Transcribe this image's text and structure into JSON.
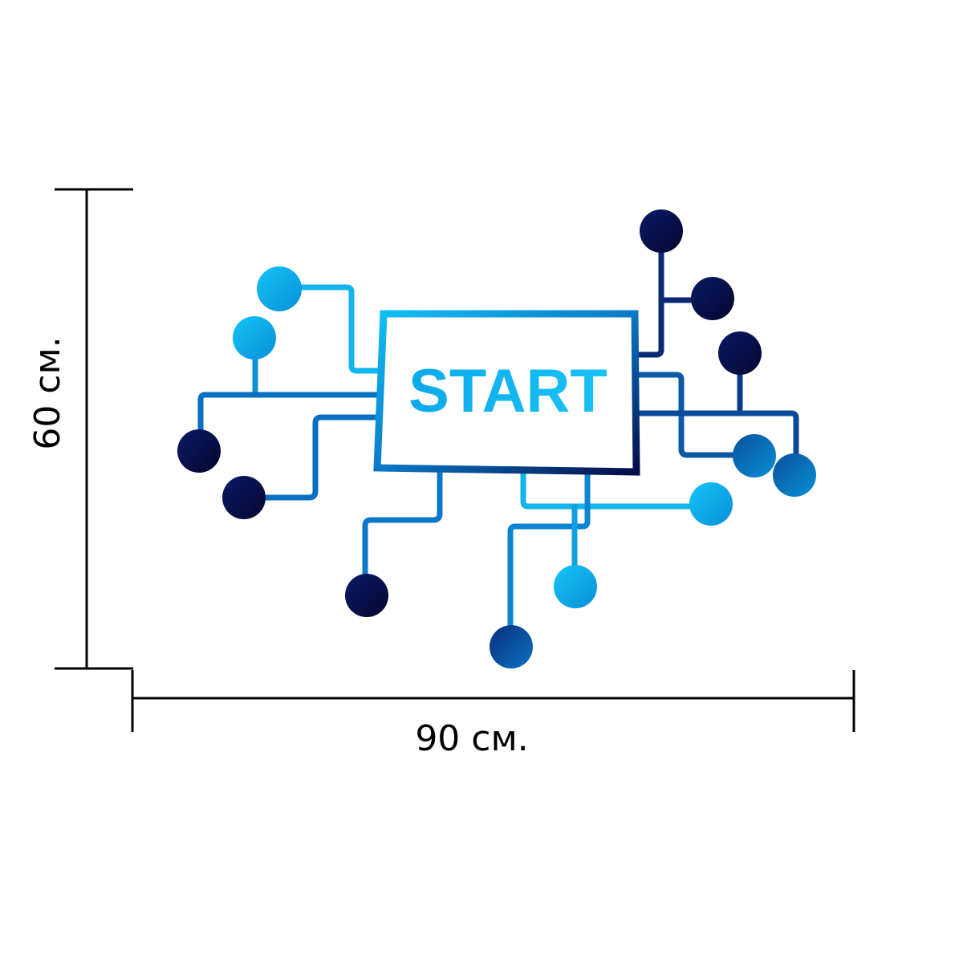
{
  "sign": {
    "label": "START"
  },
  "dimensions": {
    "height_label": "60 см.",
    "width_label": "90 см."
  },
  "colors": {
    "light_blue": "#12b8ef",
    "mid_blue": "#0a73c4",
    "dark_navy": "#050a45",
    "dimension_line": "#000000"
  }
}
